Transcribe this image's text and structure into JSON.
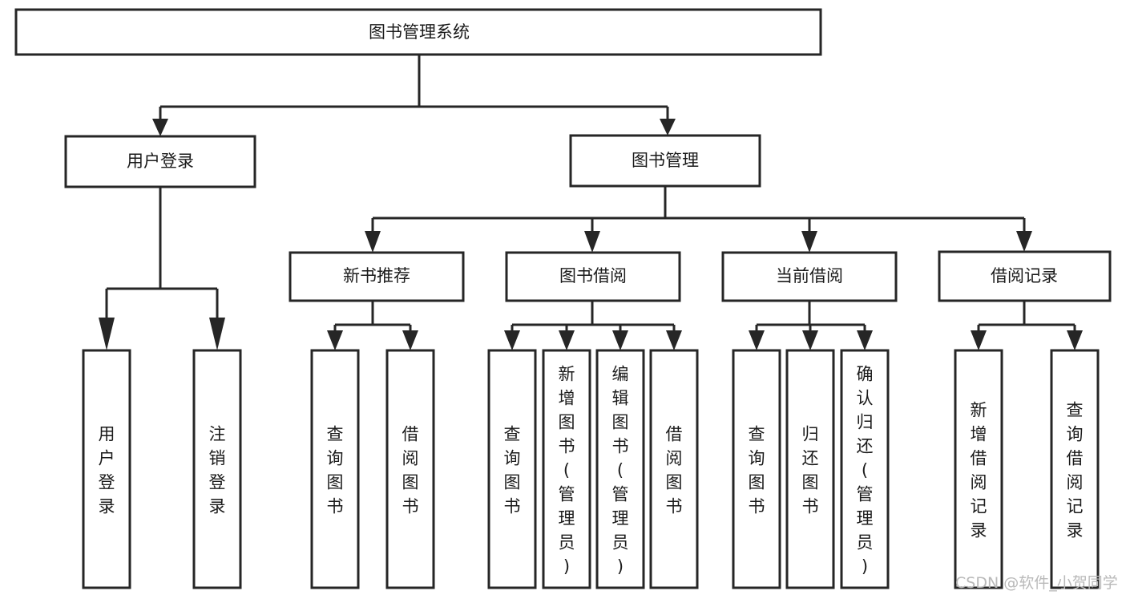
{
  "diagram": {
    "type": "hierarchy-tree",
    "title": "图书管理系统",
    "watermark": "CSDN @软件_小贺同学",
    "colors": {
      "stroke": "#262626",
      "fill": "#ffffff",
      "text": "#1a1a1a",
      "watermark": "#b9b9b9",
      "background": "#ffffff"
    },
    "nodes": {
      "root": {
        "label": "图书管理系统",
        "orientation": "horizontal",
        "level": 0
      },
      "user_login": {
        "label": "用户登录",
        "orientation": "horizontal",
        "level": 1
      },
      "book_manage": {
        "label": "图书管理",
        "orientation": "horizontal",
        "level": 1
      },
      "new_book_rec": {
        "label": "新书推荐",
        "orientation": "horizontal",
        "level": 2
      },
      "book_borrow": {
        "label": "图书借阅",
        "orientation": "horizontal",
        "level": 2
      },
      "current_borrow": {
        "label": "当前借阅",
        "orientation": "horizontal",
        "level": 2
      },
      "borrow_record": {
        "label": "借阅记录",
        "orientation": "horizontal",
        "level": 2
      },
      "leaf_user_login": {
        "label": "用户登录",
        "orientation": "vertical",
        "level": 3
      },
      "leaf_logout": {
        "label": "注销登录",
        "orientation": "vertical",
        "level": 3
      },
      "leaf_query_book_a": {
        "label": "查询图书",
        "orientation": "vertical",
        "level": 3
      },
      "leaf_borrow_book_a": {
        "label": "借阅图书",
        "orientation": "vertical",
        "level": 3
      },
      "leaf_query_book_b": {
        "label": "查询图书",
        "orientation": "vertical",
        "level": 3
      },
      "leaf_add_book": {
        "label": "新增图书（管理员）",
        "orientation": "vertical",
        "level": 3
      },
      "leaf_edit_book": {
        "label": "编辑图书（管理员）",
        "orientation": "vertical",
        "level": 3
      },
      "leaf_borrow_book_b": {
        "label": "借阅图书",
        "orientation": "vertical",
        "level": 3
      },
      "leaf_query_book_c": {
        "label": "查询图书",
        "orientation": "vertical",
        "level": 3
      },
      "leaf_return_book": {
        "label": "归还图书",
        "orientation": "vertical",
        "level": 3
      },
      "leaf_confirm_return": {
        "label": "确认归还（管理员）",
        "orientation": "vertical",
        "level": 3
      },
      "leaf_add_record": {
        "label": "新增借阅记录",
        "orientation": "vertical",
        "level": 3
      },
      "leaf_query_record": {
        "label": "查询借阅记录",
        "orientation": "vertical",
        "level": 3
      }
    },
    "edges": [
      {
        "from": "root",
        "to": "user_login"
      },
      {
        "from": "root",
        "to": "book_manage"
      },
      {
        "from": "user_login",
        "to": "leaf_user_login"
      },
      {
        "from": "user_login",
        "to": "leaf_logout"
      },
      {
        "from": "book_manage",
        "to": "new_book_rec"
      },
      {
        "from": "book_manage",
        "to": "book_borrow"
      },
      {
        "from": "book_manage",
        "to": "current_borrow"
      },
      {
        "from": "book_manage",
        "to": "borrow_record"
      },
      {
        "from": "new_book_rec",
        "to": "leaf_query_book_a"
      },
      {
        "from": "new_book_rec",
        "to": "leaf_borrow_book_a"
      },
      {
        "from": "book_borrow",
        "to": "leaf_query_book_b"
      },
      {
        "from": "book_borrow",
        "to": "leaf_add_book"
      },
      {
        "from": "book_borrow",
        "to": "leaf_edit_book"
      },
      {
        "from": "book_borrow",
        "to": "leaf_borrow_book_b"
      },
      {
        "from": "current_borrow",
        "to": "leaf_query_book_c"
      },
      {
        "from": "current_borrow",
        "to": "leaf_return_book"
      },
      {
        "from": "current_borrow",
        "to": "leaf_confirm_return"
      },
      {
        "from": "borrow_record",
        "to": "leaf_add_record"
      },
      {
        "from": "borrow_record",
        "to": "leaf_query_record"
      }
    ]
  }
}
